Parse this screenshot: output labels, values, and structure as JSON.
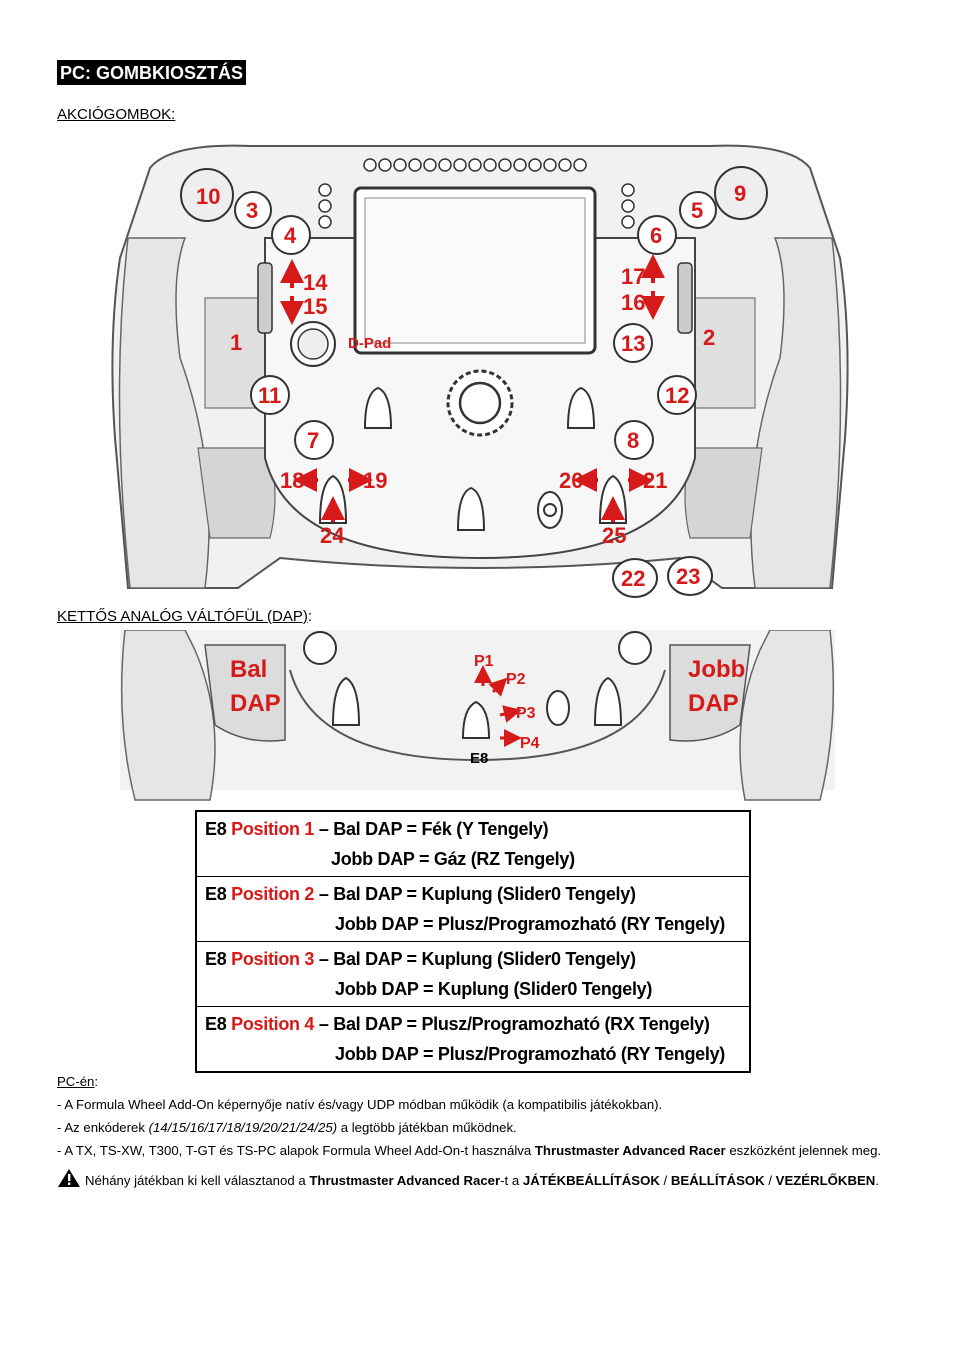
{
  "page_title": "PC: GOMBKIOSZTÁS",
  "section_action": "AKCIÓGOMBOK:",
  "section_dap": "KETTŐS ANALÓG VÁLTÓFÜL (DAP)",
  "section_dap_colon": ":",
  "wheel_labels": {
    "b1": "1",
    "b2": "2",
    "b3": "3",
    "b4": "4",
    "b5": "5",
    "b6": "6",
    "b7": "7",
    "b8": "8",
    "b9": "9",
    "b10": "10",
    "b11": "11",
    "b12": "12",
    "b13": "13",
    "b14": "14",
    "b15": "15",
    "b16": "16",
    "b17": "17",
    "b18": "18",
    "b19": "19",
    "b20": "20",
    "b21": "21",
    "b22": "22",
    "b23": "23",
    "b24": "24",
    "b25": "25",
    "dpad": "D-Pad"
  },
  "dap_labels": {
    "left_1": "Bal",
    "left_2": "DAP",
    "right_1": "Jobb",
    "right_2": "DAP",
    "p1": "P1",
    "p2": "P2",
    "p3": "P3",
    "p4": "P4",
    "e8": "E8"
  },
  "table": [
    {
      "prefix": "E8",
      "pos": "Position 1",
      "line1": "– Bal DAP = Fék (Y Tengely)",
      "line2": "Jobb DAP = Gáz (RZ Tengely)"
    },
    {
      "prefix": "E8",
      "pos": "Position 2",
      "line1": "– Bal DAP = Kuplung (Slider0 Tengely)",
      "line2": "Jobb DAP = Plusz/Programozható (RY Tengely)"
    },
    {
      "prefix": "E8",
      "pos": "Position 3",
      "line1": "– Bal DAP = Kuplung (Slider0 Tengely)",
      "line2": "Jobb DAP = Kuplung (Slider0 Tengely)"
    },
    {
      "prefix": "E8",
      "pos": "Position 4",
      "line1": "– Bal DAP = Plusz/Programozható (RX Tengely)",
      "line2": "Jobb DAP = Plusz/Programozható (RY Tengely)"
    }
  ],
  "notes": {
    "heading": "PC-én",
    "heading_colon": ":",
    "n1": "- A Formula Wheel Add-On képernyője natív és/vagy UDP módban működik (a kompatibilis játékokban).",
    "n2_a": "- Az enkóderek ",
    "n2_b": "(14/15/16/17/18/19/20/21/24/25)",
    "n2_c": " a legtöbb játékban működnek.",
    "n3_a": "- A TX, TS-XW, T300, T-GT és TS-PC alapok Formula Wheel Add-On-t használva ",
    "n3_b": "Thrustmaster Advanced Racer",
    "n3_c": " eszközként jelennek meg.",
    "n4_a": "Néhány játékban ki kell választanod a ",
    "n4_b": "Thrustmaster Advanced Racer",
    "n4_c": "-t a ",
    "n4_d": "JÁTÉKBEÁLLÍTÁSOK",
    "n4_e": " / ",
    "n4_f": "BEÁLLÍTÁSOK",
    "n4_g": " / ",
    "n4_h": "VEZÉRLŐKBEN",
    "n4_i": "."
  },
  "colors": {
    "accent_red": "#d61a1a",
    "ink": "#000000"
  },
  "icons": [
    "warning-icon",
    "arrow-up-icon",
    "arrow-down-icon",
    "arrow-left-icon",
    "arrow-right-icon"
  ]
}
